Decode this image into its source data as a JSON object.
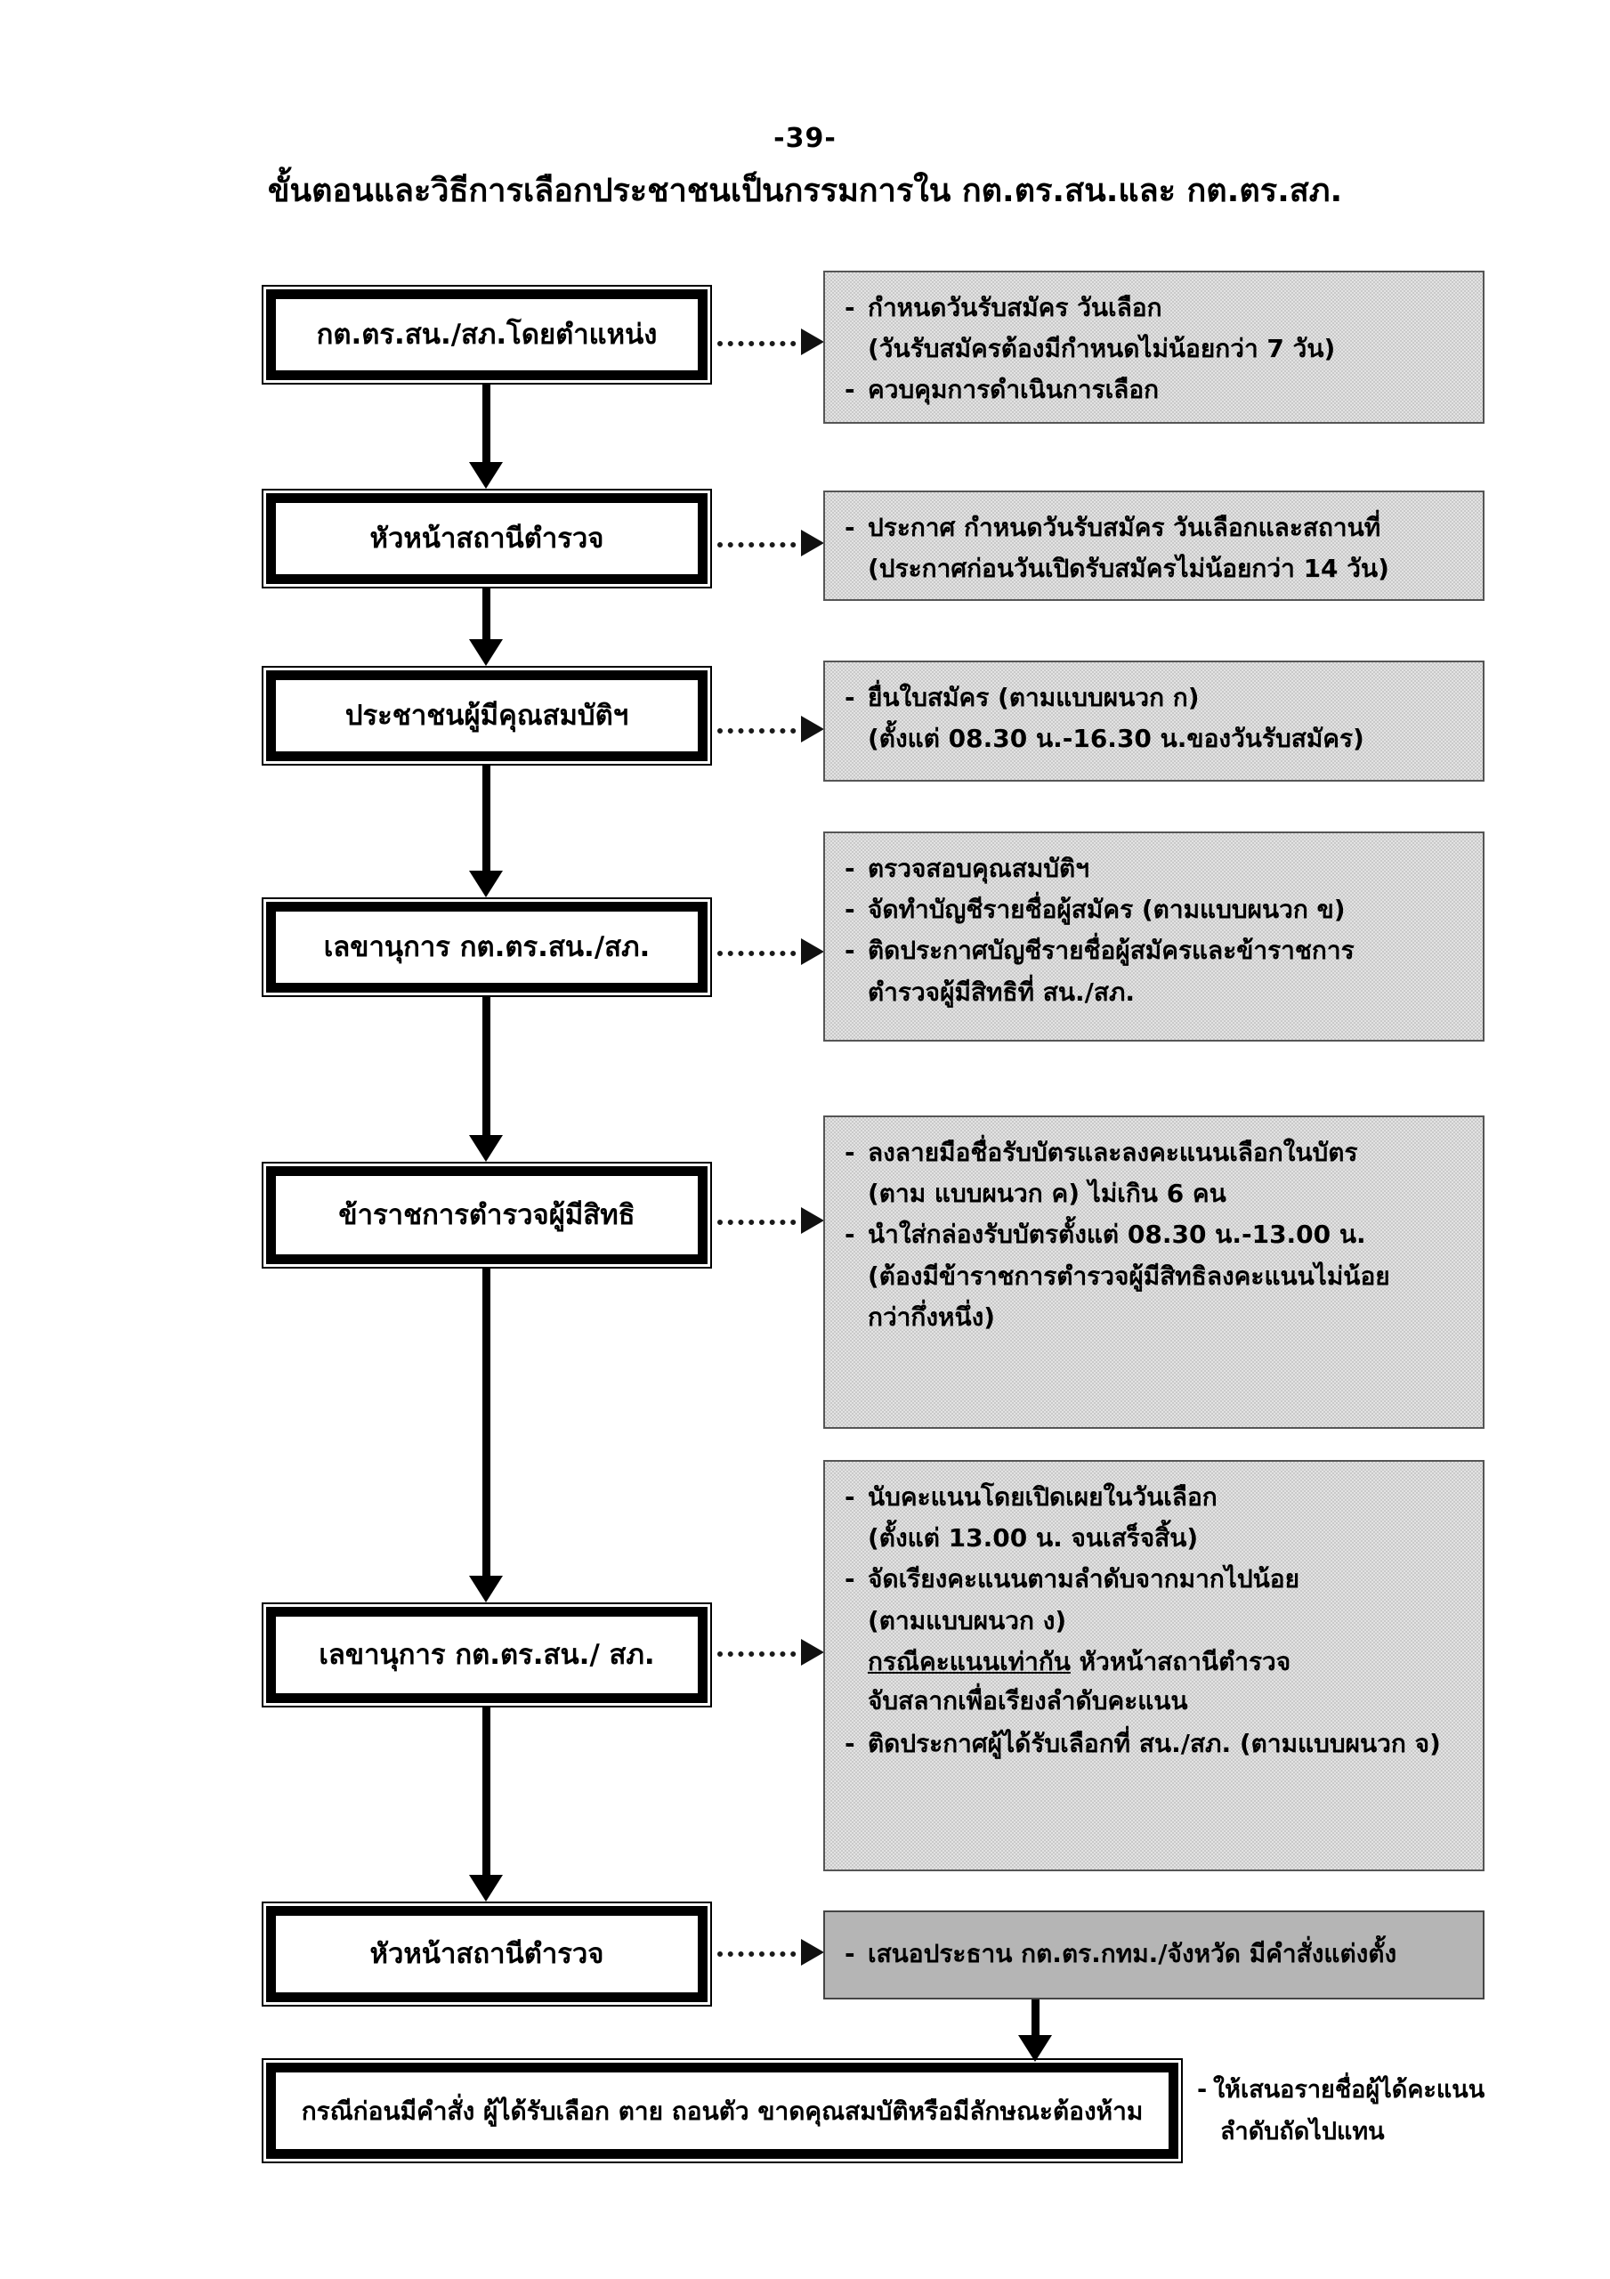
{
  "header": {
    "page_number": "-39-",
    "title": "ขั้นตอนและวิธีการเลือกประชาชนเป็นกรรมการใน กต.ตร.สน.และ กต.ตร.สภ."
  },
  "nodes": [
    {
      "id": "node1",
      "label": "กต.ตร.สน./สภ.โดยตำแหน่ง"
    },
    {
      "id": "node2",
      "label": "หัวหน้าสถานีตำรวจ"
    },
    {
      "id": "node3",
      "label": "ประชาชนผู้มีคุณสมบัติฯ"
    },
    {
      "id": "node4",
      "label": "เลขานุการ กต.ตร.สน./สภ."
    },
    {
      "id": "node5",
      "label": "ข้าราชการตำรวจผู้มีสิทธิ"
    },
    {
      "id": "node6",
      "label": "เลขานุการ กต.ตร.สน./ สภ."
    },
    {
      "id": "node7",
      "label": "หัวหน้าสถานีตำรวจ"
    },
    {
      "id": "node8",
      "label": "กรณีก่อนมีคำสั่ง ผู้ได้รับเลือก ตาย ถอนตัว ขาดคุณสมบัติหรือมีลักษณะต้องห้าม"
    }
  ],
  "panels": {
    "p1": {
      "items": [
        {
          "bullet": "-",
          "text": "กำหนดวันรับสมัคร วันเลือก"
        },
        {
          "bullet": "",
          "text": "(วันรับสมัครต้องมีกำหนดไม่น้อยกว่า 7 วัน)"
        },
        {
          "bullet": "-",
          "text": "ควบคุมการดำเนินการเลือก"
        }
      ]
    },
    "p2": {
      "items": [
        {
          "bullet": "-",
          "text": "ประกาศ กำหนดวันรับสมัคร วันเลือกและสถานที่"
        },
        {
          "bullet": "",
          "text": "(ประกาศก่อนวันเปิดรับสมัครไม่น้อยกว่า 14 วัน)"
        }
      ]
    },
    "p3": {
      "items": [
        {
          "bullet": "-",
          "text": "ยื่นใบสมัคร (ตามแบบผนวก ก)"
        },
        {
          "bullet": "",
          "text": "(ตั้งแต่ 08.30 น.-16.30 น.ของวันรับสมัคร)"
        }
      ]
    },
    "p4": {
      "items": [
        {
          "bullet": "-",
          "text": "ตรวจสอบคุณสมบัติฯ"
        },
        {
          "bullet": "-",
          "text": "จัดทำบัญชีรายชื่อผู้สมัคร (ตามแบบผนวก ข)"
        },
        {
          "bullet": "-",
          "text": "ติดประกาศบัญชีรายชื่อผู้สมัครและข้าราชการ"
        },
        {
          "bullet": "",
          "text": "ตำรวจผู้มีสิทธิที่ สน./สภ."
        }
      ]
    },
    "p5": {
      "items": [
        {
          "bullet": "-",
          "text": "ลงลายมือชื่อรับบัตรและลงคะแนนเลือกในบัตร"
        },
        {
          "bullet": "",
          "text": "(ตาม แบบผนวก ค)  ไม่เกิน 6  คน"
        },
        {
          "bullet": "-",
          "text": "นำใส่กล่องรับบัตรตั้งแต่ 08.30 น.-13.00 น."
        },
        {
          "bullet": "",
          "text": "(ต้องมีข้าราชการตำรวจผู้มีสิทธิลงคะแนนไม่น้อย"
        },
        {
          "bullet": "",
          "text": "กว่ากึ่งหนึ่ง)"
        }
      ]
    },
    "p6": {
      "items": [
        {
          "bullet": "-",
          "text": "นับคะแนนโดยเปิดเผยในวันเลือก"
        },
        {
          "bullet": "",
          "text": "(ตั้งแต่ 13.00 น. จนเสร็จสิ้น)"
        },
        {
          "bullet": "-",
          "text": "จัดเรียงคะแนนตามลำดับจากมากไปน้อย"
        },
        {
          "bullet": "",
          "text": "(ตามแบบผนวก ง)"
        }
      ],
      "underlined_phrase": "กรณีคะแนนเท่ากัน",
      "underlined_rest": "  หัวหน้าสถานีตำรวจ",
      "extra_line": "จับสลากเพื่อเรียงลำดับคะแนน",
      "last_item": {
        "bullet": "-",
        "text": "ติดประกาศผู้ได้รับเลือกที่ สน./สภ. (ตามแบบผนวก จ)"
      }
    },
    "p7": {
      "items": [
        {
          "bullet": "-",
          "text": "เสนอประธาน กต.ตร.กทม./จังหวัด มีคำสั่งแต่งตั้ง"
        }
      ]
    }
  },
  "side_note": {
    "bullet": "-",
    "line1": "ให้เสนอรายชื่อผู้ได้คะแนน",
    "line2": "ลำดับถัดไปแทน"
  }
}
